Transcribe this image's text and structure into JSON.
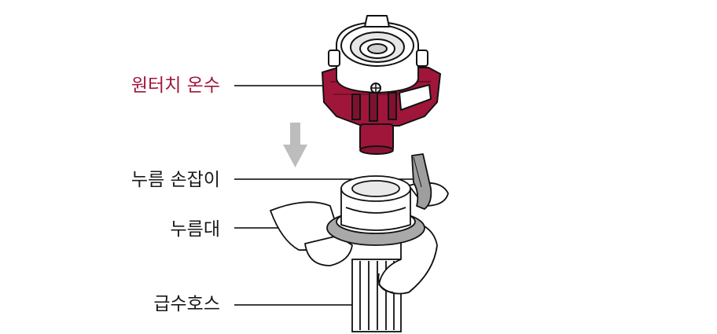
{
  "colors": {
    "accent": "#a0163a",
    "label_text": "#1a1a1a",
    "line": "#000000",
    "arrow": "#bdbdbd"
  },
  "labels": {
    "faucet": "원터치 온수",
    "press_handle": "누름 손잡이",
    "press_base": "누름대",
    "supply_hose": "급수호스"
  },
  "icons": {
    "arrow": "down-arrow-icon"
  }
}
